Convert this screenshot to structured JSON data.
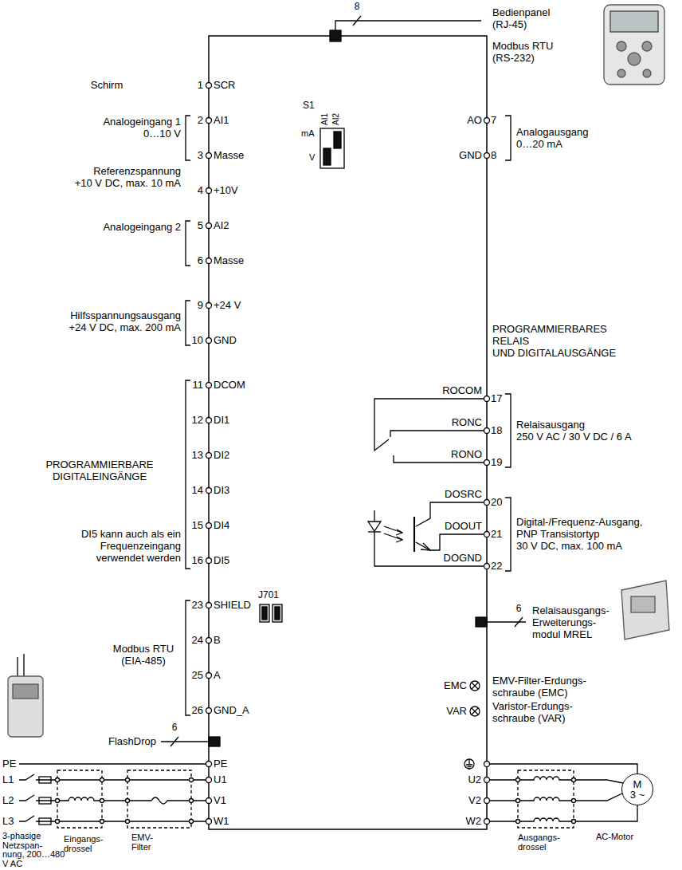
{
  "diagram": {
    "nodes": [
      {
        "text": [
          "M 3 ~"
        ]
      }
    ],
    "labels": [
      "8",
      "Bedienpanel (RJ-45)",
      "Modbus RTU (RS-232)",
      "Schirm",
      "1",
      "SCR",
      "Analogeingang 1 0…10 V",
      "2",
      "AI1",
      "3",
      "Masse",
      "S1",
      "mA",
      "AI1",
      "AI2",
      "V",
      "AO",
      "7",
      "GND",
      "8",
      "Analogausgang 0…20 mA",
      "Referenzspannung +10 V DC, max. 10 mA",
      "4",
      "+10V",
      "Analogeingang 2",
      "5",
      "AI2",
      "6",
      "Masse",
      "Hilfsspannungsausgang +24 V DC, max. 200 mA",
      "9",
      "+24 V",
      "10",
      "GND",
      "PROGRAMMIERBARES RELAIS UND DIGITALAUSGÄNGE",
      "11",
      "DCOM",
      "12",
      "DI1",
      "13",
      "DI2",
      "14",
      "DI3",
      "15",
      "DI4",
      "16",
      "DI5",
      "PROGRAMMIERBARE DIGITALEINGÄNGE",
      "DI5 kann auch als ein Frequenzeingang verwendet werden",
      "ROCOM",
      "17",
      "RONC",
      "18",
      "RONO",
      "19",
      "Relaisausgang 250 V AC / 30 V DC / 6 A",
      "DOSRC",
      "20",
      "DOOUT",
      "21",
      "DOGND",
      "22",
      "Digital-/Frequenz-Ausgang, PNP Transistortyp 30 V DC, max. 100 mA",
      "23",
      "SHIELD",
      "24",
      "B",
      "25",
      "A",
      "26",
      "GND_A",
      "Modbus RTU (EIA-485)",
      "J701",
      "6",
      "Relaisausgangs- Erweiterungs- modul MREL",
      "EMC",
      "EMV-Filter-Erdungs- schraube (EMC)",
      "VAR",
      "Varistor-Erdungs- schraube (VAR)",
      "FlashDrop",
      "6",
      "PE",
      "L1",
      "L2",
      "L3",
      "PE",
      "U1",
      "V1",
      "W1",
      "U2",
      "V2",
      "W2",
      "3-phasige Netzspan- nung, 200…480 V AC",
      "Eingangs- drossel",
      "EMV- Filter",
      "Ausgangs- drossel",
      "AC-Motor"
    ]
  }
}
